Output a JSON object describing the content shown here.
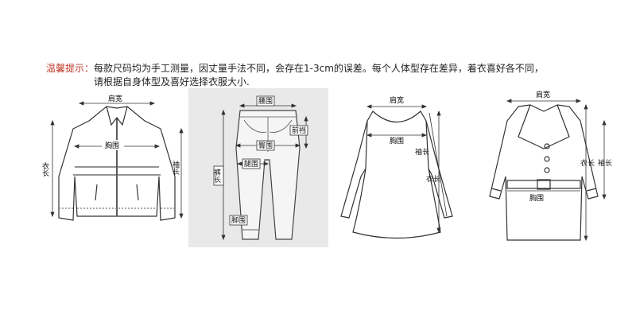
{
  "notice": {
    "label": "温馨提示：",
    "line1": "每款尺码均为手工测量，因丈量手法不同，会存在1-3cm的误差。每个人体型存在差异，着衣喜好各不同，",
    "line2": "请根据自身体型及喜好选择衣服大小."
  },
  "jacket": {
    "shoulder": "肩宽",
    "chest": "胸围",
    "length": "衣长",
    "sleeve": "袖长"
  },
  "pants": {
    "waist": "腰围",
    "front_rise": "前裆",
    "hip": "臀围",
    "thigh": "腿围",
    "inseam": "裤长",
    "hem": "脚围"
  },
  "dress": {
    "shoulder": "肩宽",
    "chest": "胸围",
    "sleeve": "袖长",
    "length": "衣长"
  },
  "coat": {
    "shoulder": "肩宽",
    "chest": "胸围",
    "length": "衣长",
    "sleeve": "袖长"
  },
  "colors": {
    "notice_label": "#c0392b",
    "pants_panel_bg": "#e9e9e9",
    "line": "#333333"
  }
}
